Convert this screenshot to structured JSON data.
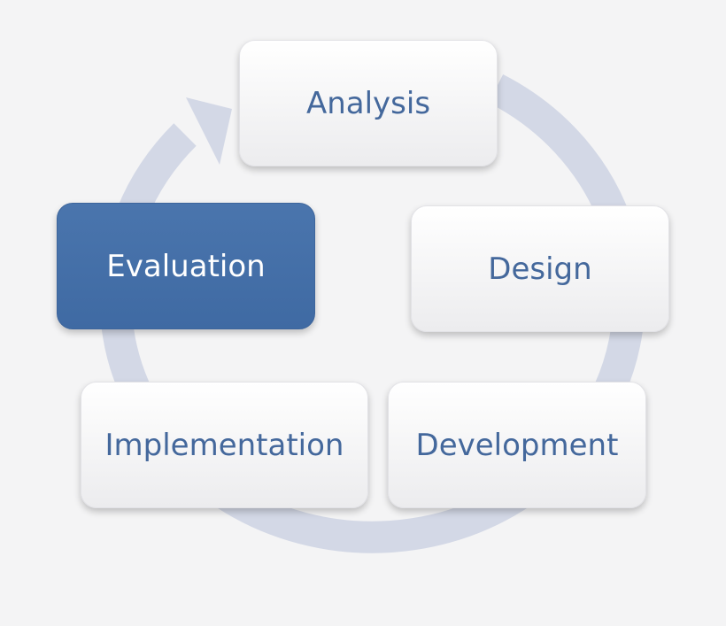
{
  "diagram": {
    "colors": {
      "background": "#f4f4f5",
      "ring": "#d3d8e6",
      "box_text": "#44689c",
      "active_box": "#4a75ad",
      "active_text": "#ffffff"
    },
    "stages": [
      {
        "label": "Analysis",
        "active": false
      },
      {
        "label": "Design",
        "active": false
      },
      {
        "label": "Development",
        "active": false
      },
      {
        "label": "Implementation",
        "active": false
      },
      {
        "label": "Evaluation",
        "active": true
      }
    ]
  }
}
